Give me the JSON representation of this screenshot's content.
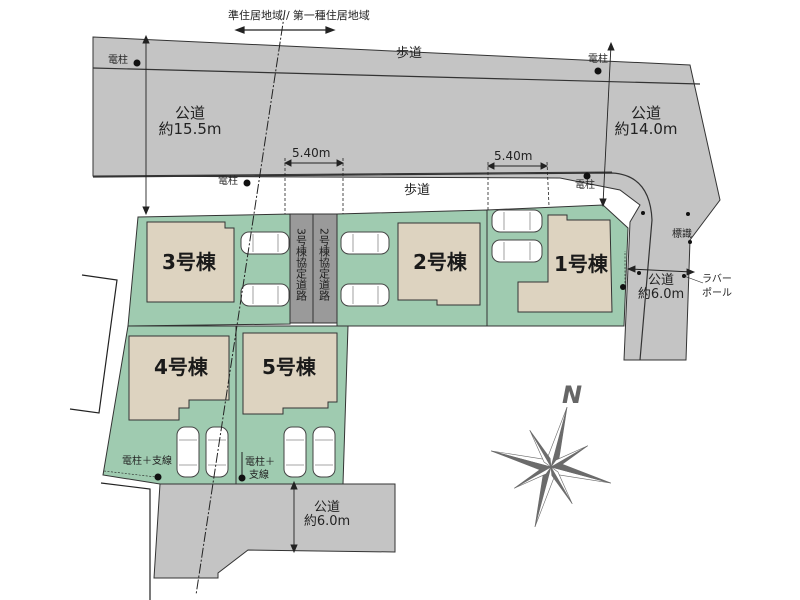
{
  "zoning": {
    "left": "準住居地域",
    "separator": "/",
    "right": "第一種住居地域"
  },
  "roads": {
    "north_wide": {
      "name": "公道",
      "width": "約15.5m"
    },
    "north_east": {
      "name": "公道",
      "width": "約14.0m"
    },
    "east": {
      "name": "公道",
      "width": "約6.0m"
    },
    "south": {
      "name": "公道",
      "width": "約6.0m"
    }
  },
  "sidewalks": {
    "upper": "歩道",
    "lower": "歩道"
  },
  "private_roads": [
    {
      "label": "3号棟協定道路"
    },
    {
      "label": "2号棟協定道路"
    }
  ],
  "dimensions": {
    "private_road_width": "5.40m",
    "lot1_frontage": "5.40m"
  },
  "buildings": [
    {
      "id": 1,
      "label": "1号棟"
    },
    {
      "id": 2,
      "label": "2号棟"
    },
    {
      "id": 3,
      "label": "3号棟"
    },
    {
      "id": 4,
      "label": "4号棟"
    },
    {
      "id": 5,
      "label": "5号棟"
    }
  ],
  "markers": {
    "utility_pole": "電柱",
    "pole_with_guy": "電柱＋支線",
    "pole_with_guy_5_line1": "電柱＋",
    "pole_with_guy_5_line2": "支線",
    "sign": "標識",
    "rubber_pole_line1": "ラバー",
    "rubber_pole_line2": "ポール"
  },
  "compass": {
    "north_label": "N"
  },
  "colors": {
    "road": "#c4c4c4",
    "lot": "#9fcbb0",
    "building": "#ddd3c0",
    "private_road": "#9a9a9a",
    "compass": "#6b6b6b"
  }
}
